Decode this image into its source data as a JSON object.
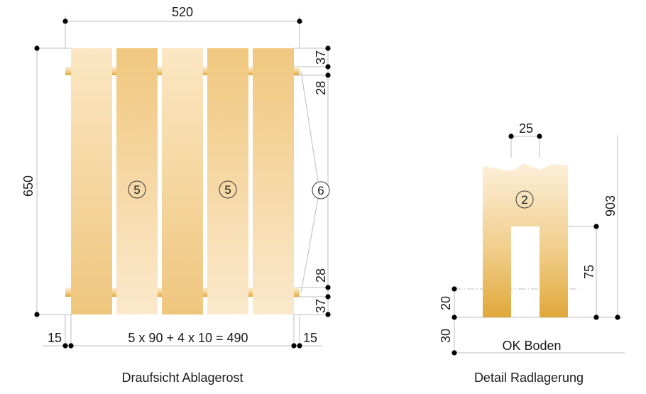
{
  "left_view": {
    "caption": "Draufsicht Ablagerost",
    "dim_top": "520",
    "dim_left": "650",
    "dim_37_top": "37",
    "dim_28_top": "28",
    "dim_28_bottom": "28",
    "dim_37_bottom": "37",
    "dim_15_left": "15",
    "dim_15_right": "15",
    "formula": "5 x 90 + 4 x 10 = 490",
    "callout_left": "5",
    "callout_mid": "5",
    "callout_right": "6"
  },
  "right_view": {
    "caption": "Detail Radlagerung",
    "dim_25": "25",
    "dim_903": "903",
    "dim_75": "75",
    "dim_20": "20",
    "dim_30": "30",
    "floor_label": "OK Boden",
    "callout": "2"
  },
  "colors": {
    "wood_light": "#fbe9c9",
    "wood_mid": "#f1cf8c",
    "wood_dark": "#e2ad3c",
    "dimension_line": "#bdbdbd"
  }
}
